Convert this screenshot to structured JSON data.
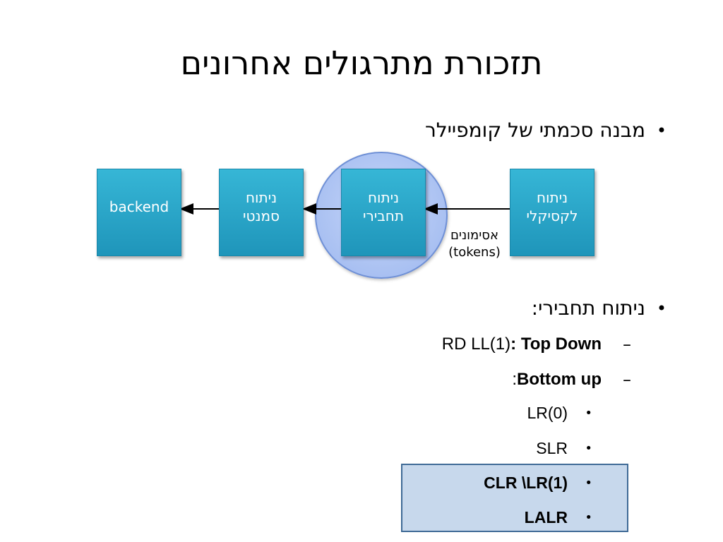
{
  "title": "תזכורת מתרגולים אחרונים",
  "bullets": {
    "item1": "מבנה סכמתי של קומפיילר",
    "item2": "ניתוח תחבירי:"
  },
  "bullet_glyph": "•",
  "dash_glyph": "–",
  "diagram": {
    "box_lexical": {
      "line1": "ניתוח",
      "line2": "לקסיקלי"
    },
    "box_syntax": {
      "line1": "ניתוח",
      "line2": "תחבירי"
    },
    "box_semantic": {
      "line1": "ניתוח",
      "line2": "סמנטי"
    },
    "box_backend": {
      "label": "backend"
    },
    "tokens_label": {
      "line1": "אסימונים",
      "line2": "(tokens)"
    },
    "box_color": "#2aa9cc",
    "highlight_circle_color": "#a9c2f2"
  },
  "parsing": {
    "top_down": {
      "bold": "Top Down",
      "sep": ": ",
      "rest": "RD LL(1)"
    },
    "bottom_up": {
      "bold": "Bottom up",
      "rest": ":"
    },
    "methods": [
      "LR(0)",
      "SLR",
      "CLR \\LR(1)",
      "LALR"
    ]
  },
  "highlight_box_color": "#c7d8ec"
}
